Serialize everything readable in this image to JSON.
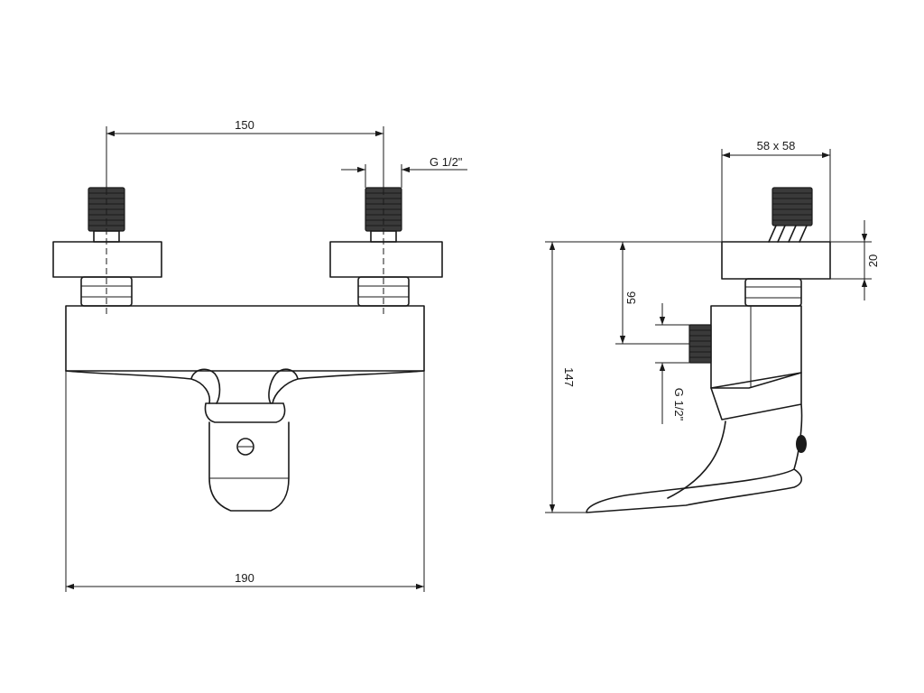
{
  "dimensions": {
    "inlet_spacing": "150",
    "thread_front": "G 1/2\"",
    "overall_width": "190",
    "plate_size": "58 x 58",
    "plate_height": "20",
    "inlet_height": "56",
    "outlet_thread": "G 1/2\"",
    "overall_height": "147"
  }
}
